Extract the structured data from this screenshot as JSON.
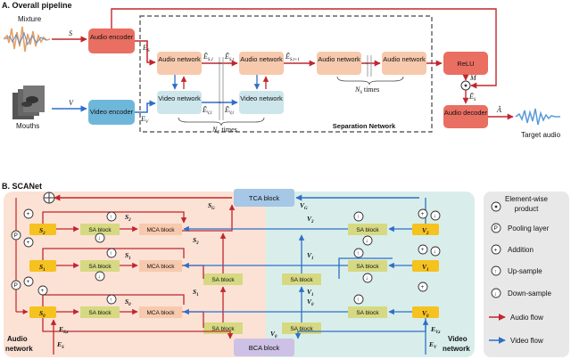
{
  "pipeline": {
    "title": "A. Overall pipeline",
    "mixture_label": "Mixture",
    "mouths_label": "Mouths",
    "target_label": "Target audio",
    "s_symbol": "S",
    "v_symbol": "V",
    "es_symbol": "E",
    "es_sub": "S",
    "ev_symbol": "E",
    "ev_sub": "V",
    "m_symbol": "M",
    "ahat_symbol": "Â",
    "audio_encoder": "Audio encoder",
    "video_encoder": "Video encoder",
    "audio_decoder": "Audio decoder",
    "relu": "ReLU",
    "audio_network": "Audio network",
    "video_network": "Video network",
    "separation_label": "Separation Network",
    "nf_times": "N",
    "nf_sub": "F",
    "nf_tail": " times",
    "ns_times": "N",
    "ns_sub": "S",
    "ns_tail": " times",
    "es1": "Ẽ",
    "es1_sub": "S,1",
    "est": "Ẽ",
    "est_sub": "S,t",
    "est1": "Ẽ",
    "est1_sub": "S,t+1",
    "ev1": "Ẽ",
    "ev1_sub": "V,1",
    "evt": "Ẽ",
    "evt_sub": "V,t",
    "es_tilde": "Ẽ",
    "es_tilde_sub": "S"
  },
  "scanet": {
    "title": "B. SCANet",
    "tca_block": "TCA block",
    "bca_block": "BCA block",
    "sa_block": "SA block",
    "mca_block": "MCA block",
    "audio_network": "Audio",
    "audio_network2": "network",
    "video_network": "Video",
    "video_network2": "network",
    "sg": "S",
    "sg_sub": "G",
    "vg": "V",
    "vg_sub": "G",
    "s2": "S",
    "s2_sub": "2",
    "s1": "S",
    "s1_sub": "1",
    "s0": "S",
    "s0_sub": "0",
    "v2": "V",
    "v2_sub": "2",
    "v1": "V",
    "v1_sub": "1",
    "v0": "V",
    "v0_sub": "0",
    "es_t": "E",
    "es_t_sub": "S,t",
    "ev_t": "E",
    "ev_t_sub": "V,t",
    "es": "E",
    "es_sub": "S",
    "ev": "E",
    "ev_sub": "V"
  },
  "legend": {
    "elementwise": "Element-wise",
    "elementwise2": "product",
    "pooling": "Pooling layer",
    "addition": "Addition",
    "upsample": "Up-sample",
    "downsample": "Down-sample",
    "audio_flow": "Audio flow",
    "video_flow": "Video flow"
  },
  "colors": {
    "audio_red": "#c0272d",
    "video_blue": "#2e6fc9",
    "audio_block": "#f7c9ad",
    "video_block": "#cde6ec",
    "encoder_red": "#e96f62",
    "encoder_blue": "#6fb7da",
    "sa_block": "#d6d982",
    "s_node": "#f5c220",
    "audio_bg": "#fbe2d5",
    "video_bg": "#d9eeea",
    "tca": "#a6c7e6",
    "bca": "#cdc1e6"
  }
}
